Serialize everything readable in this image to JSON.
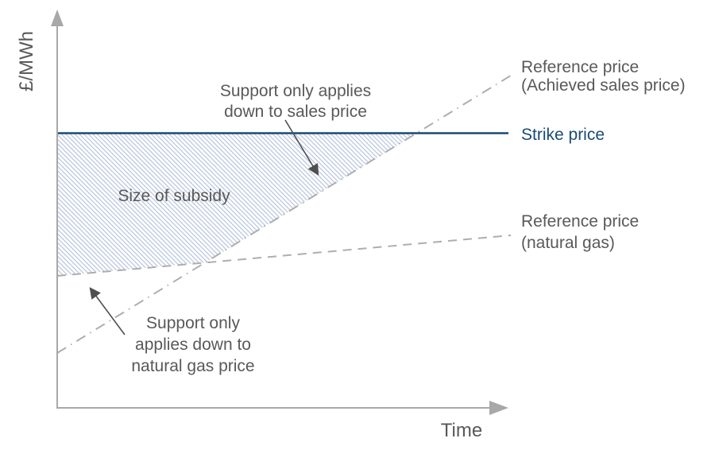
{
  "figure": {
    "type": "concept-diagram",
    "topic": "Contract-for-difference style subsidy vs reference prices"
  },
  "axes": {
    "y_label": "£/MWh",
    "x_label": "Time"
  },
  "labels": {
    "reference_sales_line1": "Reference price",
    "reference_sales_line2": "(Achieved sales price)",
    "strike": "Strike price",
    "reference_gas_line1": "Reference price",
    "reference_gas_line2": "(natural gas)",
    "subsidy_area": "Size of subsidy"
  },
  "annotations": {
    "sales_line1": "Support only applies",
    "sales_line2": "down to sales price",
    "gas_line1": "Support only",
    "gas_line2": "applies down to",
    "gas_line3": "natural gas price"
  },
  "colors": {
    "axis_gray": "#a8a8a8",
    "line_gray": "#aeaeae",
    "strike_navy": "#1b4a74",
    "text_gray": "#595959",
    "hatch_blue": "#b6c3dd",
    "arrow_gray": "#4f4f4f"
  },
  "chart_data": {
    "type": "line",
    "title": "",
    "xlabel": "Time",
    "ylabel": "£/MWh",
    "axes_numeric": false,
    "series": [
      {
        "name": "Strike price",
        "style": "solid",
        "color": "#1b4a74",
        "trend": "constant, high level across full time range"
      },
      {
        "name": "Reference price (Achieved sales price)",
        "style": "dash-dot",
        "color": "#aeaeae",
        "trend": "rises steeply from lowest point at origin side, crosses natural gas price, then crosses above strike price"
      },
      {
        "name": "Reference price (natural gas)",
        "style": "dashed",
        "color": "#aeaeae",
        "trend": "rises gently, remains below strike price"
      }
    ],
    "shaded_region": {
      "label": "Size of subsidy",
      "meaning": "area between strike price and the higher of the two reference prices; support applies down to sales price or natural gas price"
    },
    "legend_position": "right-of-line-ends",
    "grid": false
  }
}
